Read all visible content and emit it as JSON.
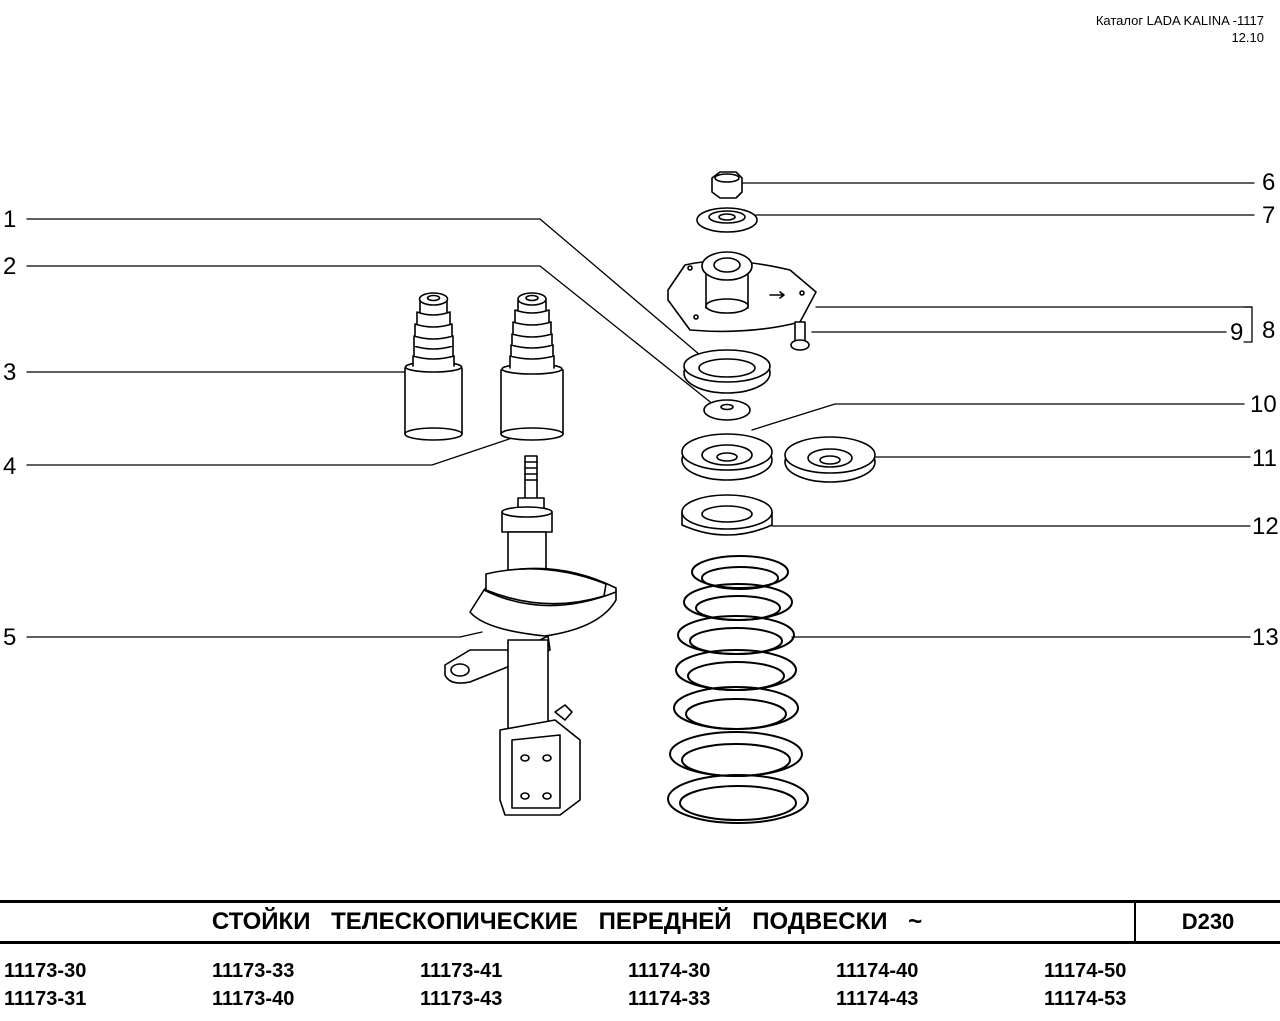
{
  "header": {
    "catalog": "Каталог LADA KALINA -1117",
    "date": "12.10"
  },
  "callouts": [
    "1",
    "2",
    "3",
    "4",
    "5",
    "6",
    "7",
    "8",
    "9",
    "10",
    "11",
    "12",
    "13"
  ],
  "title": {
    "text": "СТОЙКИ ТЕЛЕСКОПИЧЕСКИЕ ПЕРЕДНЕЙ ПОДВЕСКИ ~",
    "code": "D230"
  },
  "models": [
    [
      "11173-30",
      "11173-31"
    ],
    [
      "11173-33",
      "11173-40"
    ],
    [
      "11173-41",
      "11173-43"
    ],
    [
      "11174-30",
      "11174-33"
    ],
    [
      "11174-40",
      "11174-43"
    ],
    [
      "11174-50",
      "11174-53"
    ]
  ]
}
